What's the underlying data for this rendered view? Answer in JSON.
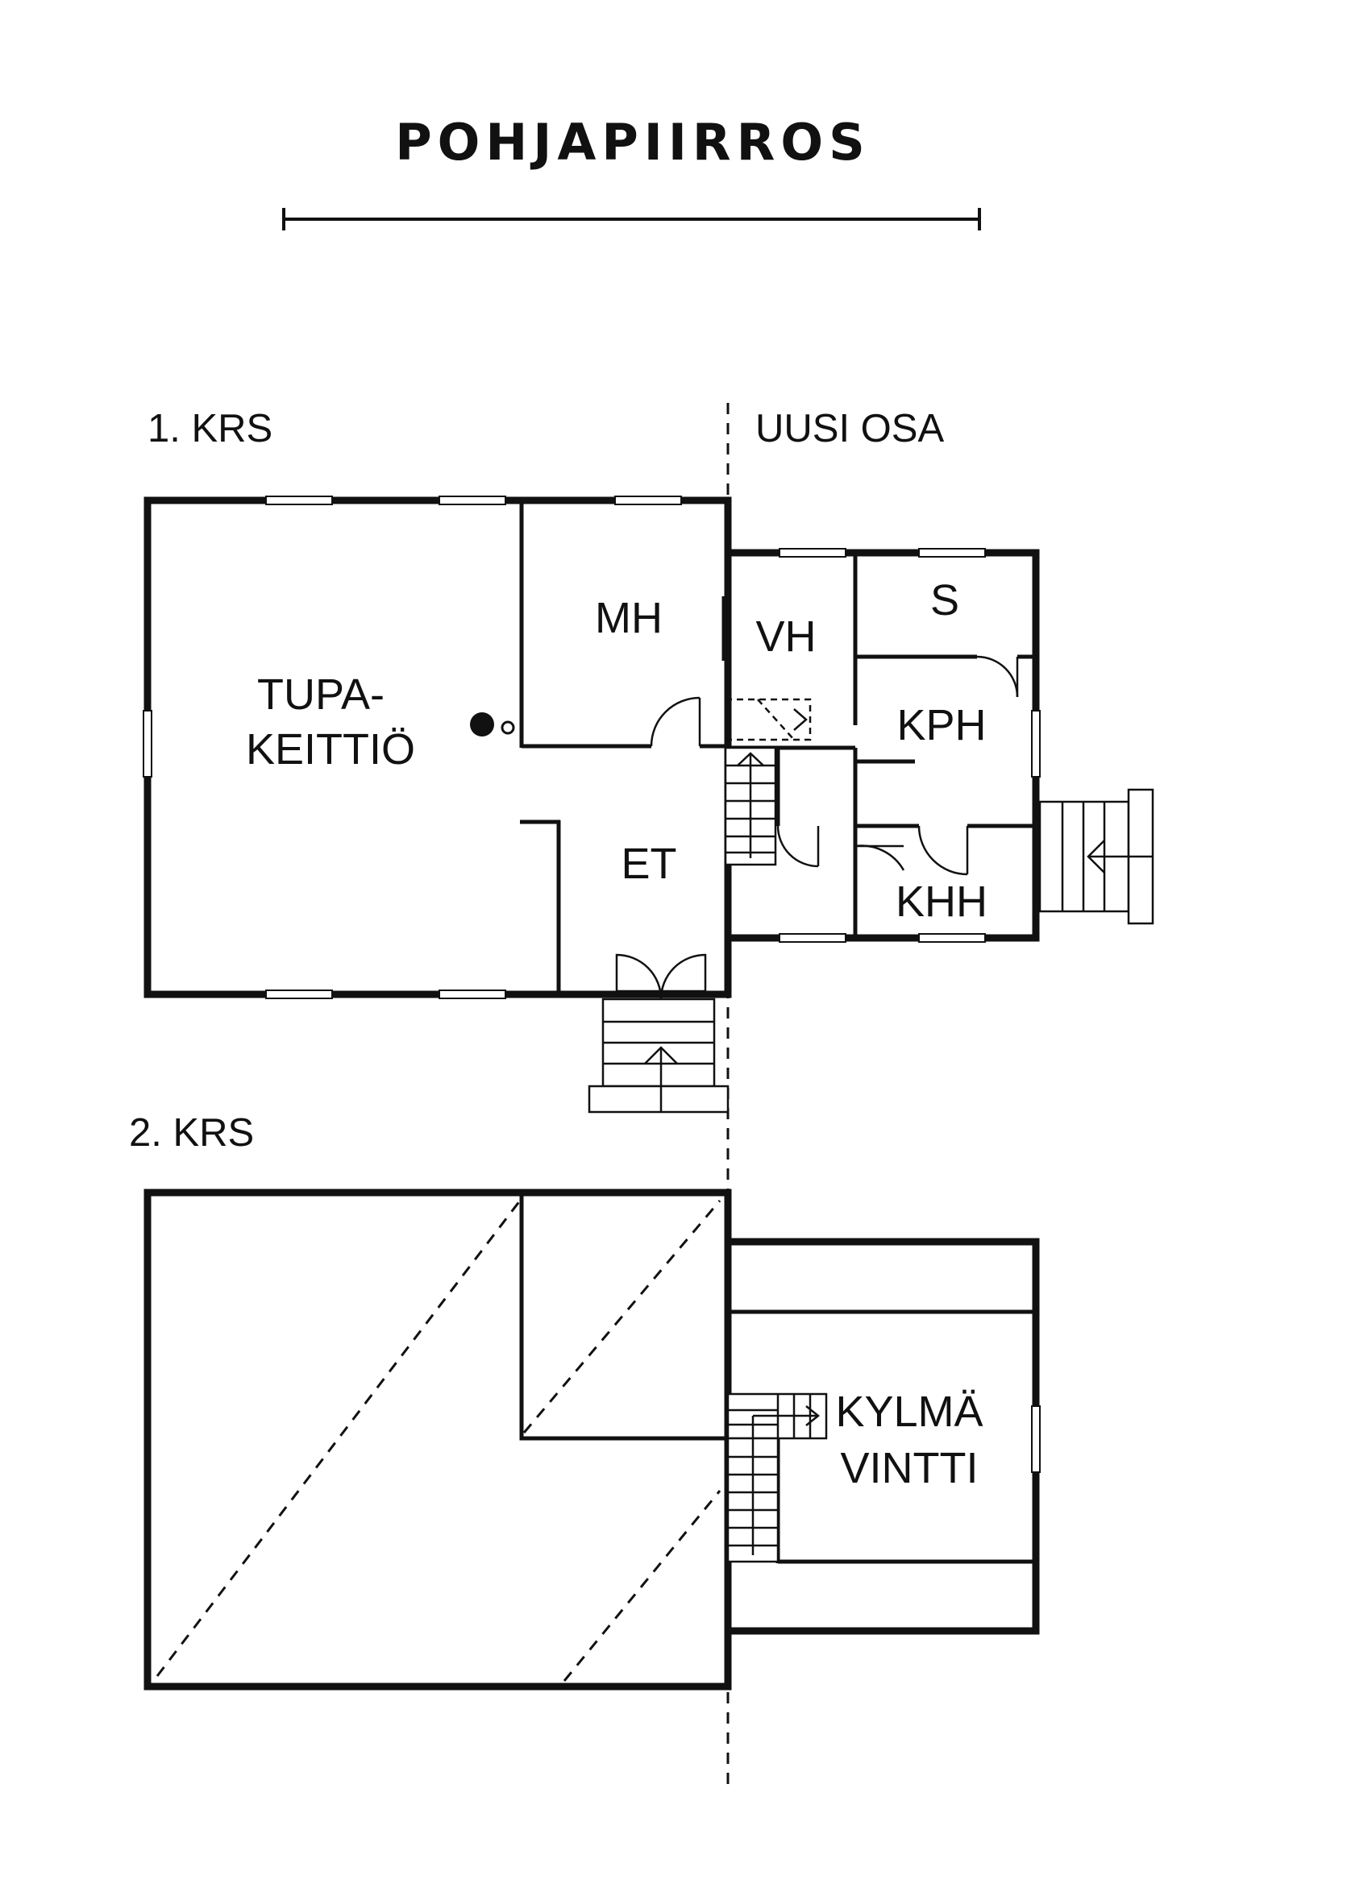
{
  "title": "POHJAPIIRROS",
  "floors": [
    {
      "label": "1. KRS"
    },
    {
      "label": "2. KRS"
    }
  ],
  "section_label": "UUSI OSA",
  "rooms": {
    "tupa_line1": "TUPA-",
    "tupa_line2": "KEITTIÖ",
    "mh": "MH",
    "vh": "VH",
    "s": "S",
    "kph": "KPH",
    "et": "ET",
    "khh": "KHH",
    "kylma_line1": "KYLMÄ",
    "kylma_line2": "VINTTI"
  },
  "colors": {
    "line": "#111111",
    "background": "#ffffff"
  }
}
